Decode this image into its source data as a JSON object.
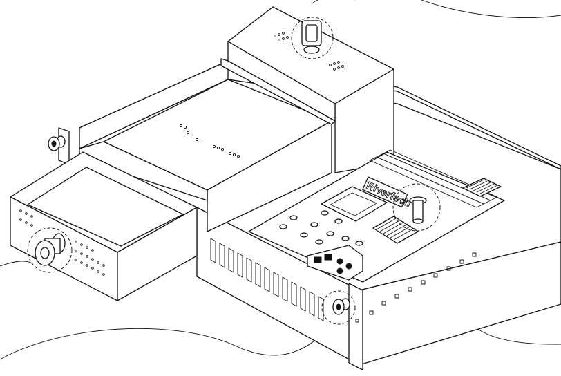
{
  "diagram": {
    "brand_label": "Riverfech",
    "colors": {
      "line": "#111111",
      "background": "#ffffff"
    },
    "callouts": [
      "top-lid-thumbscrew",
      "drive-cage-thumbscrew",
      "front-panel-thumbscrew",
      "motherboard-standoff"
    ]
  }
}
